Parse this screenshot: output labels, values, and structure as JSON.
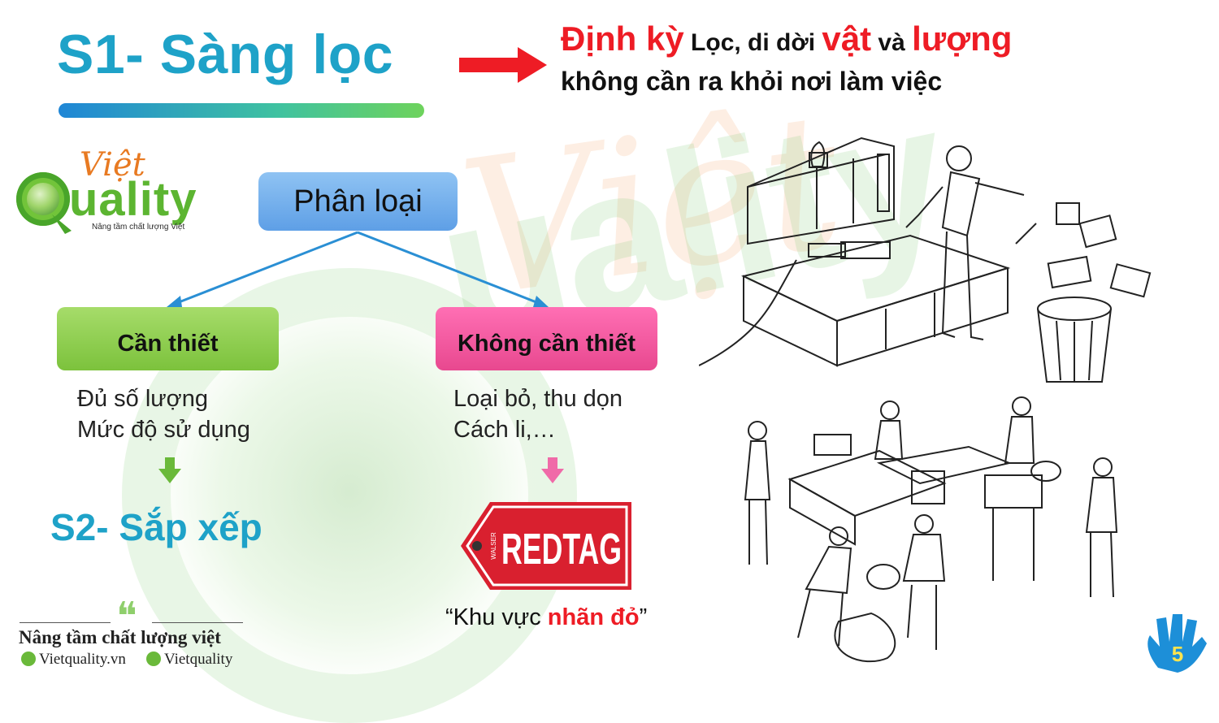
{
  "title": "S1- Sàng lọc",
  "definition": {
    "word1": "Định kỳ",
    "text1": " Lọc, di dời ",
    "word2": "vật",
    "text2": " và ",
    "word3": "lượng",
    "line2": "không cần ra khỏi nơi làm việc"
  },
  "logo": {
    "viet": "Việt",
    "uality": "uality",
    "tagline": "Nâng tầm chất lượng Việt"
  },
  "flow": {
    "root": "Phân loại",
    "left_box": "Cần thiết",
    "right_box": "Không cần thiết",
    "left_items": [
      "Đủ số lượng",
      "Mức độ sử dụng"
    ],
    "right_items": [
      "Loại bỏ, thu dọn",
      "Cách li,…"
    ],
    "left_result": "S2- Sắp xếp",
    "redtag_text": "REDTAG",
    "redtag_small": "WALSER",
    "quote_open": "“Khu vực ",
    "quote_red": "nhãn đỏ",
    "quote_close": "”"
  },
  "footer": {
    "slogan": "Nâng tầm chất lượng việt",
    "website": "Vietquality.vn",
    "facebook": "Vietquality"
  },
  "colors": {
    "title": "#1ea2c8",
    "accent_red": "#ee1c25",
    "green_box": "#7cc23c",
    "pink_box": "#e8488f",
    "blue_box": "#5e9fe6"
  }
}
